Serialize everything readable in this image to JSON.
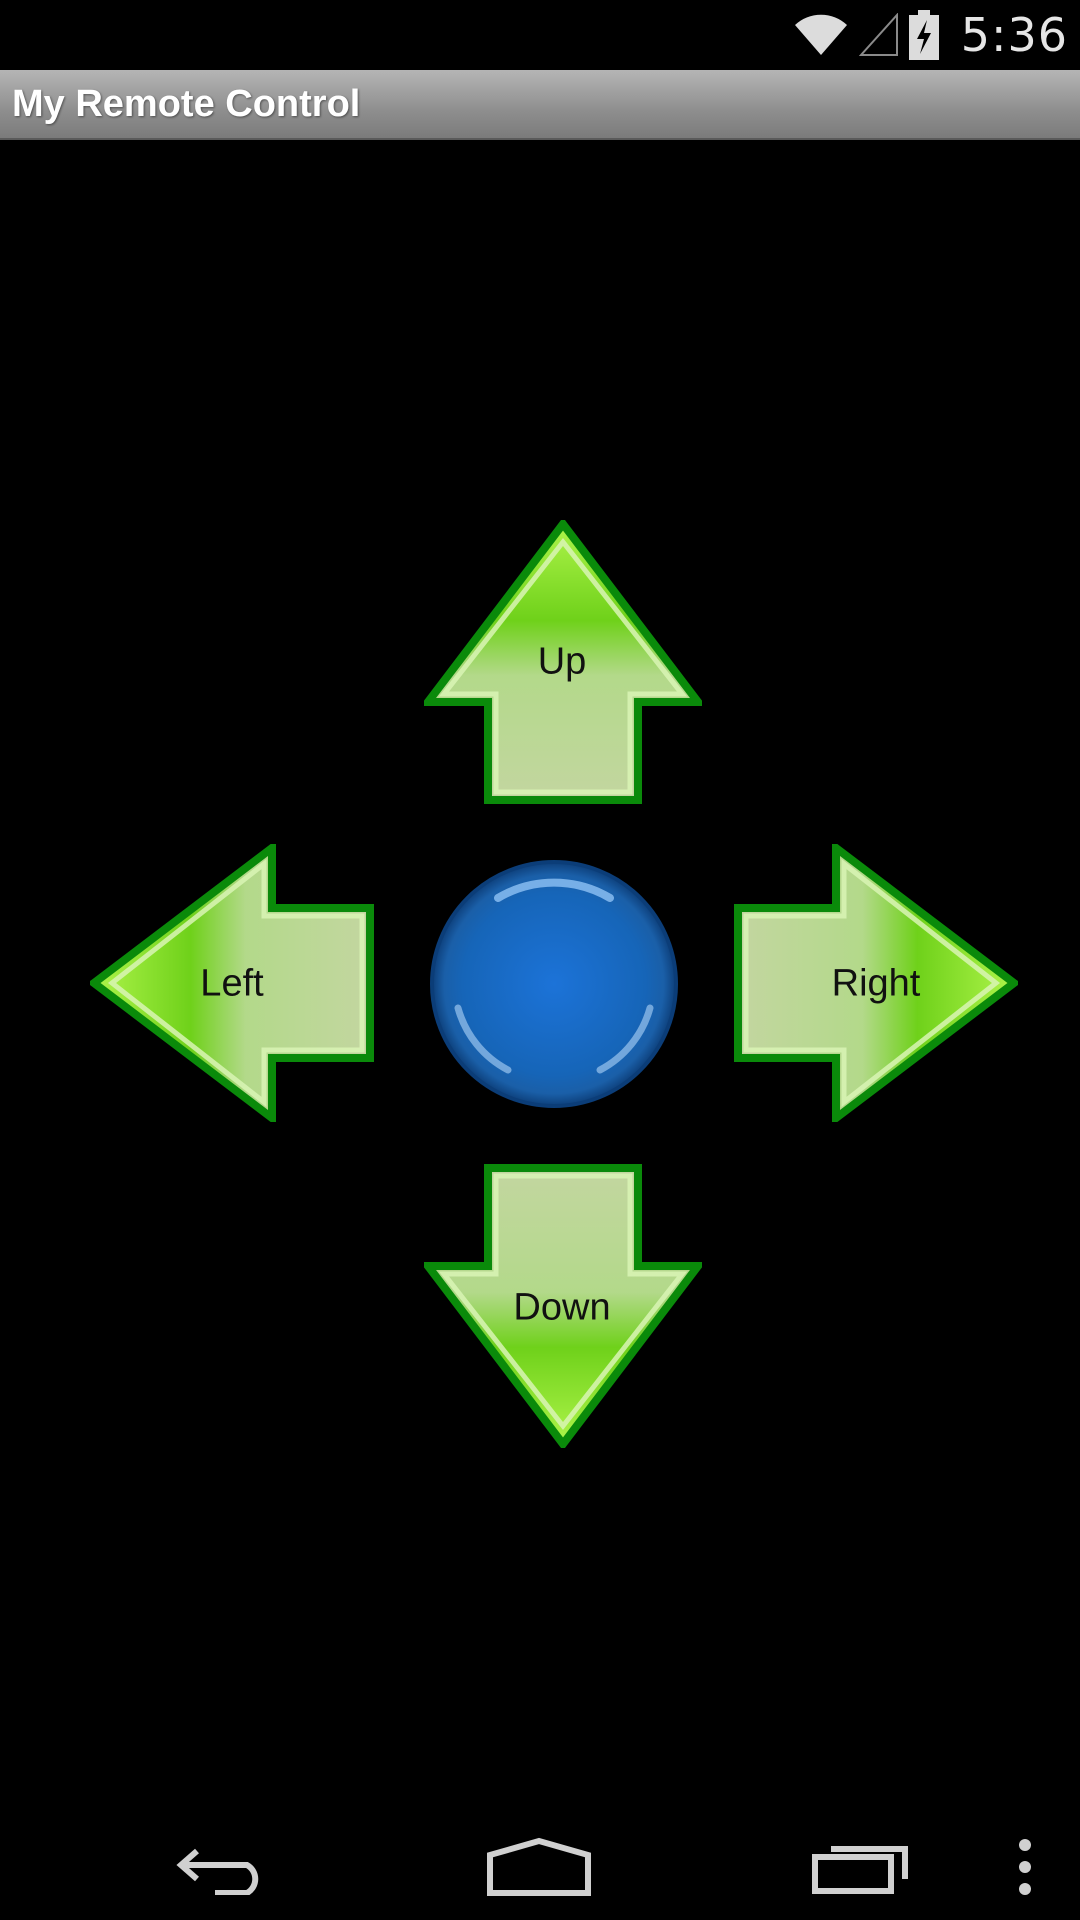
{
  "status_bar": {
    "time": "5:36",
    "icons": [
      "wifi-icon",
      "cell-signal-icon",
      "battery-charging-icon"
    ]
  },
  "action_bar": {
    "title": "My Remote Control"
  },
  "controls": {
    "up_label": "Up",
    "down_label": "Down",
    "left_label": "Left",
    "right_label": "Right",
    "center": "center-button"
  },
  "colors": {
    "arrow_border": "#0a8a0a",
    "arrow_fill_light": "#c8e6a2",
    "arrow_fill_bright": "#7fe21e",
    "center_blue": "#1a6fc4"
  },
  "nav_bar": {
    "icons": [
      "back-icon",
      "home-icon",
      "recents-icon",
      "overflow-menu-icon"
    ]
  }
}
